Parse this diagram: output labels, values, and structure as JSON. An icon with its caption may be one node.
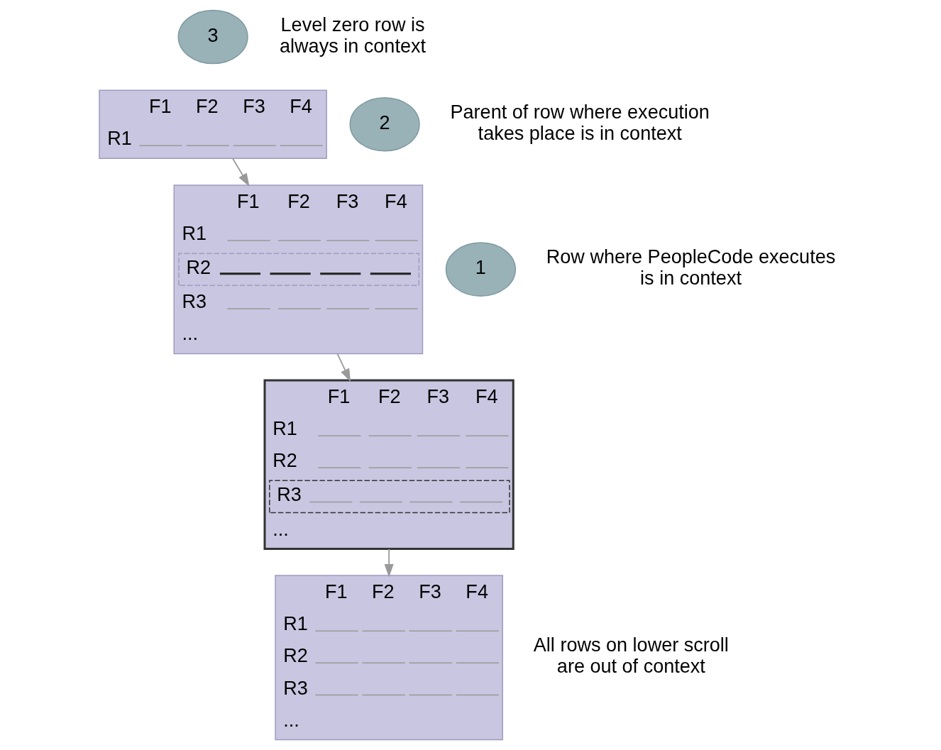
{
  "diagram": {
    "nodes": [
      {
        "text": [
          "3"
        ],
        "beside": [
          "Level zero row is always in context"
        ]
      },
      {
        "text": [
          "F1",
          "F2",
          "F3",
          "F4",
          "R1"
        ]
      },
      {
        "text": [
          "2"
        ],
        "beside": [
          "Parent of row where execution takes place is in context"
        ]
      },
      {
        "text": [
          "F1",
          "F2",
          "F3",
          "F4",
          "R1",
          "R2",
          "R3",
          "..."
        ]
      },
      {
        "text": [
          "1"
        ],
        "beside": [
          "Row where PeopleCode executes is in context"
        ]
      },
      {
        "text": [
          "F1",
          "F2",
          "F3",
          "F4",
          "R1",
          "R2",
          "R3",
          "..."
        ]
      },
      {
        "text": [
          "F1",
          "F2",
          "F3",
          "F4",
          "R1",
          "R2",
          "R3",
          "..."
        ],
        "beside": [
          "All rows on lower scroll are out of context"
        ]
      }
    ],
    "edges": [
      {
        "from": 1,
        "to": 3,
        "arrow": "to"
      },
      {
        "from": 3,
        "to": 5,
        "arrow": "to"
      },
      {
        "from": 5,
        "to": 6,
        "arrow": "to"
      }
    ]
  }
}
